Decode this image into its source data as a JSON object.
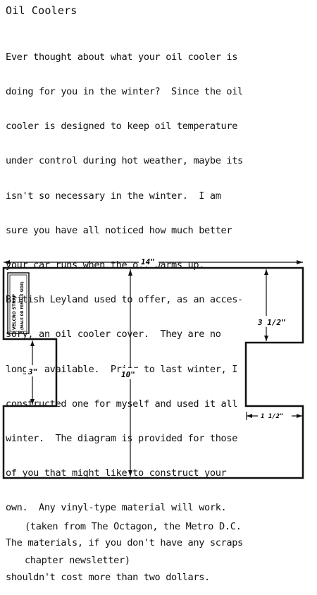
{
  "article": {
    "title": "Oil Coolers",
    "lines": [
      "Ever thought about what your oil cooler is",
      "doing for you in the winter?  Since the oil",
      "cooler is designed to keep oil temperature",
      "under control during hot weather, maybe its",
      "isn't so necessary in the winter.  I am",
      "sure you have all noticed how much better",
      "your car runs when the oil warms up.",
      "British Leyland used to offer, as an acces-",
      "sory, an oil cooler cover.  They are no",
      "longer available.  Prior to last winter, I",
      "constructed one for myself and used it all",
      "winter.  The diagram is provided for those",
      "of you that might like to construct your",
      "own.  Any vinyl-type material will work.",
      "The materials, if you don't have any scraps",
      "shouldn't cost more than two dollars."
    ]
  },
  "diagram": {
    "width_label": "14\"",
    "height_label": "10\"",
    "left_notch_label": "3\"",
    "right_notch_label": "3 1/2\"",
    "right_width_label": "1 1/2\"",
    "strap_line1": "VELCRO STRAP",
    "strap_line2": "(MALE OR FEMALE SIDE)"
  },
  "caption": {
    "lines": [
      "(taken from The Octagon, the Metro D.C.",
      "chapter newsletter)"
    ]
  }
}
